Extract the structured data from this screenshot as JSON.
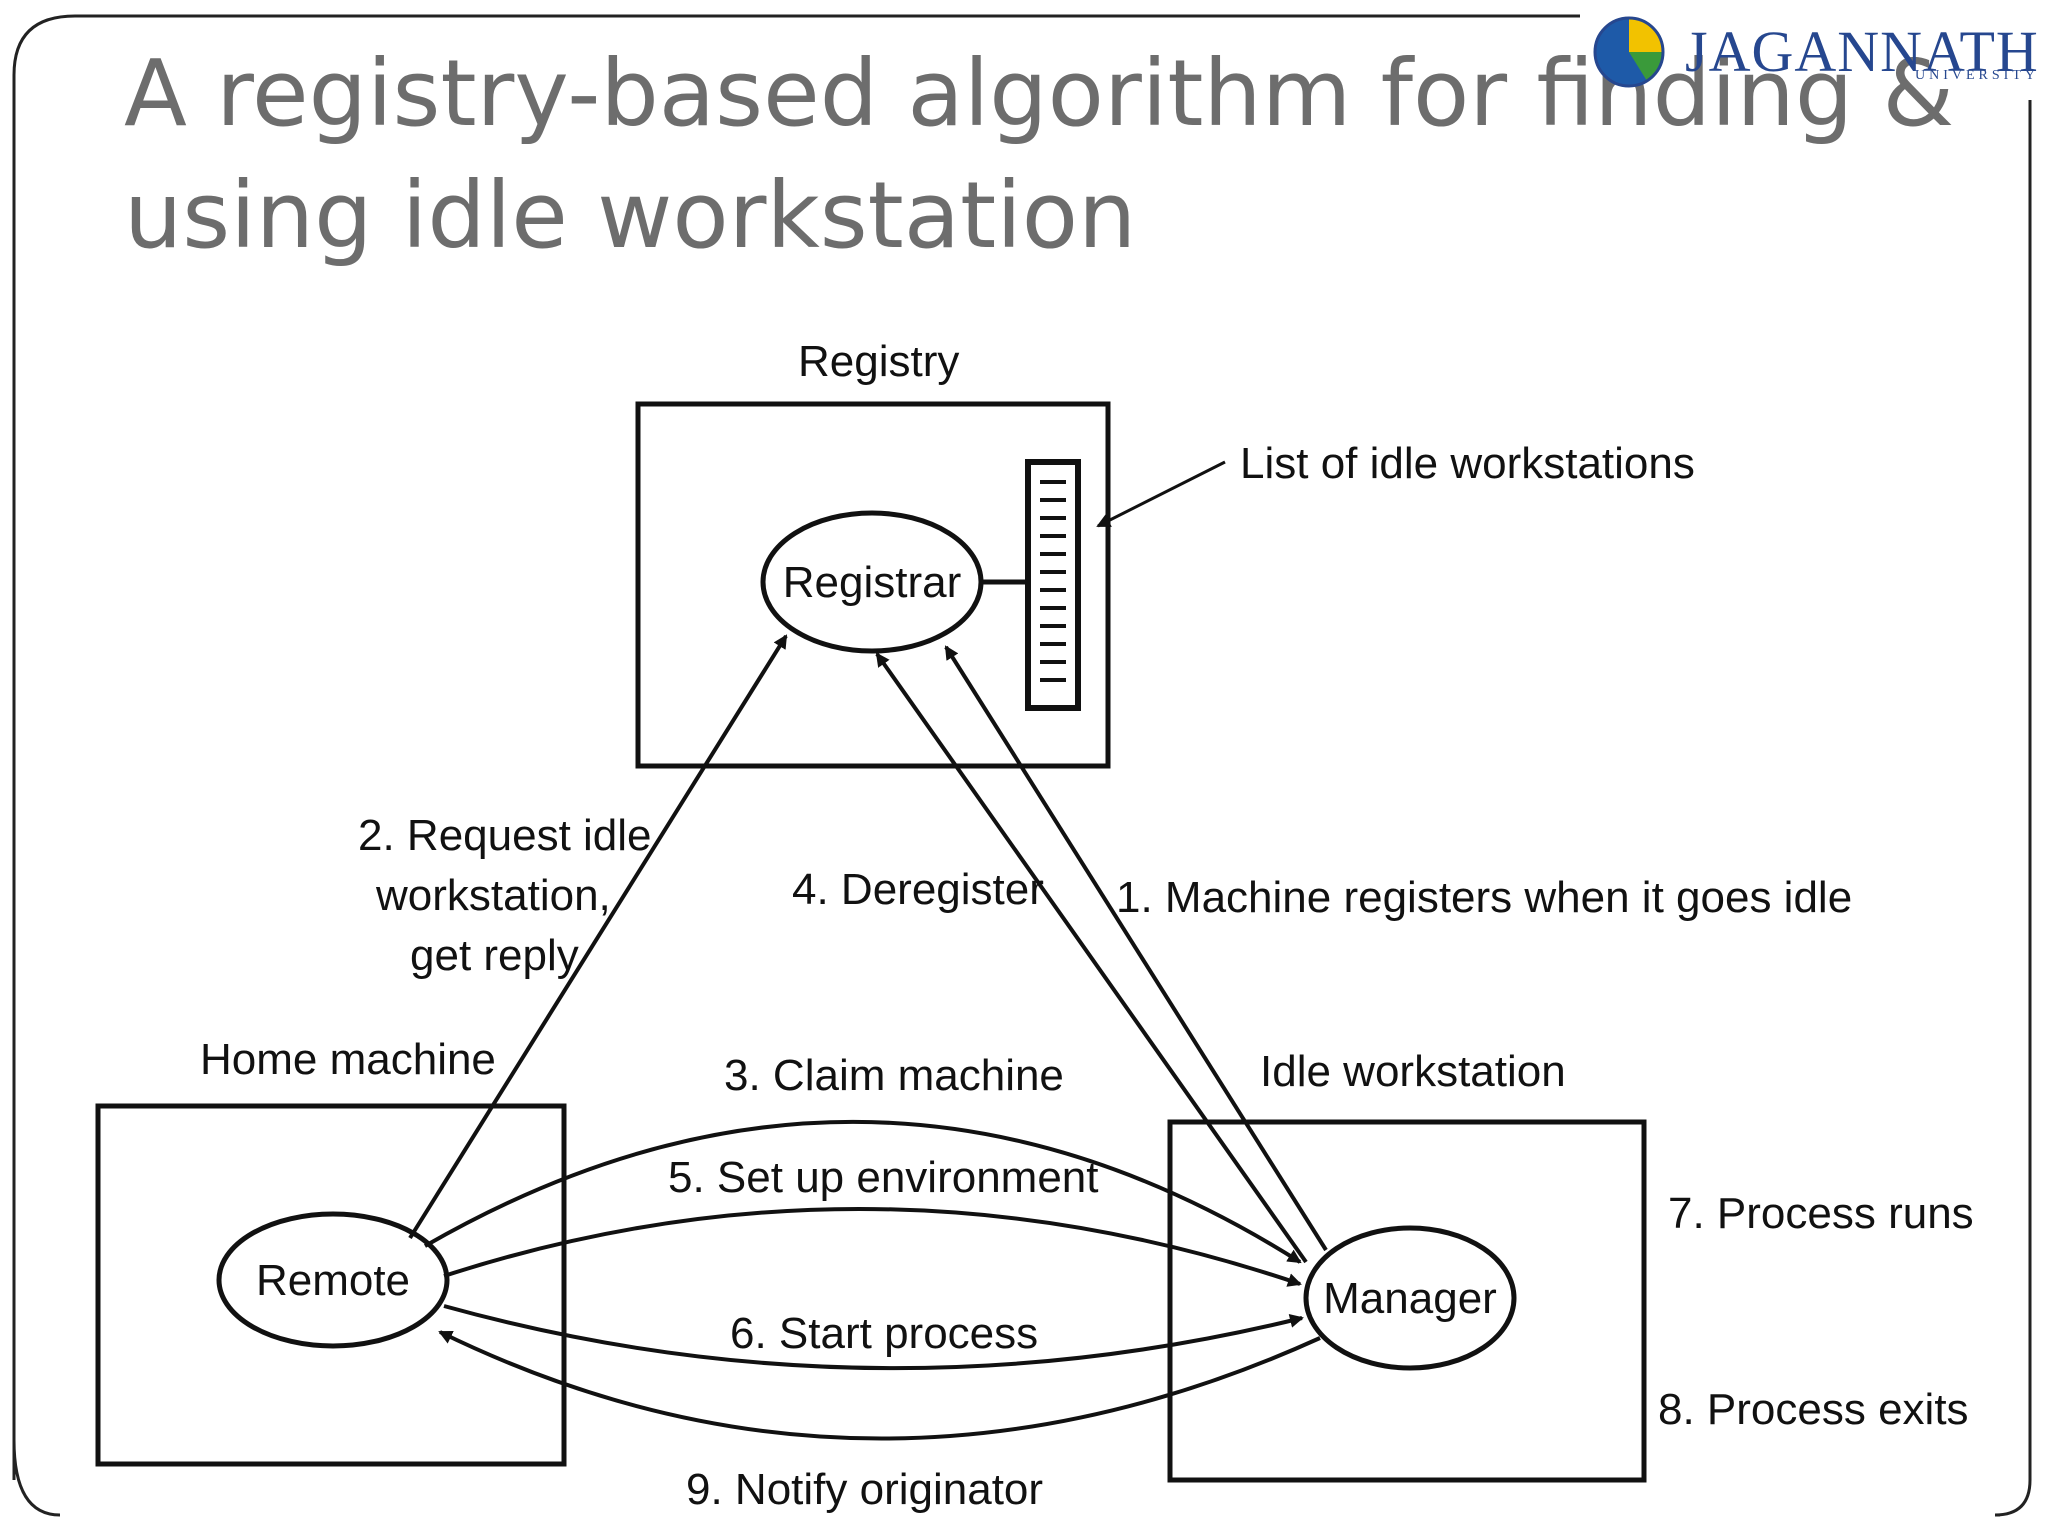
{
  "slide": {
    "title_line_1": "A registry-based algorithm for finding &",
    "title_line_2": "using idle workstation"
  },
  "logo": {
    "name": "JAGANNATH",
    "subtitle": "UNIVERSITY",
    "colors": {
      "text": "#26478f",
      "globe_blue": "#1e5aa8",
      "globe_yellow": "#f2c200"
    }
  },
  "diagram": {
    "nodes": {
      "registry_label": "Registry",
      "registrar": "Registrar",
      "list_label": "List of idle workstations",
      "home_label": "Home machine",
      "remote": "Remote",
      "idle_label": "Idle workstation",
      "manager": "Manager"
    },
    "steps": {
      "s1": "1. Machine registers when it goes idle",
      "s2_line1": "2. Request idle",
      "s2_line2": "workstation,",
      "s2_line3": "get reply",
      "s3": "3. Claim machine",
      "s4": "4. Deregister",
      "s5": "5. Set up environment",
      "s6": "6. Start process",
      "s7": "7. Process runs",
      "s8": "8. Process exits",
      "s9": "9. Notify originator"
    }
  }
}
